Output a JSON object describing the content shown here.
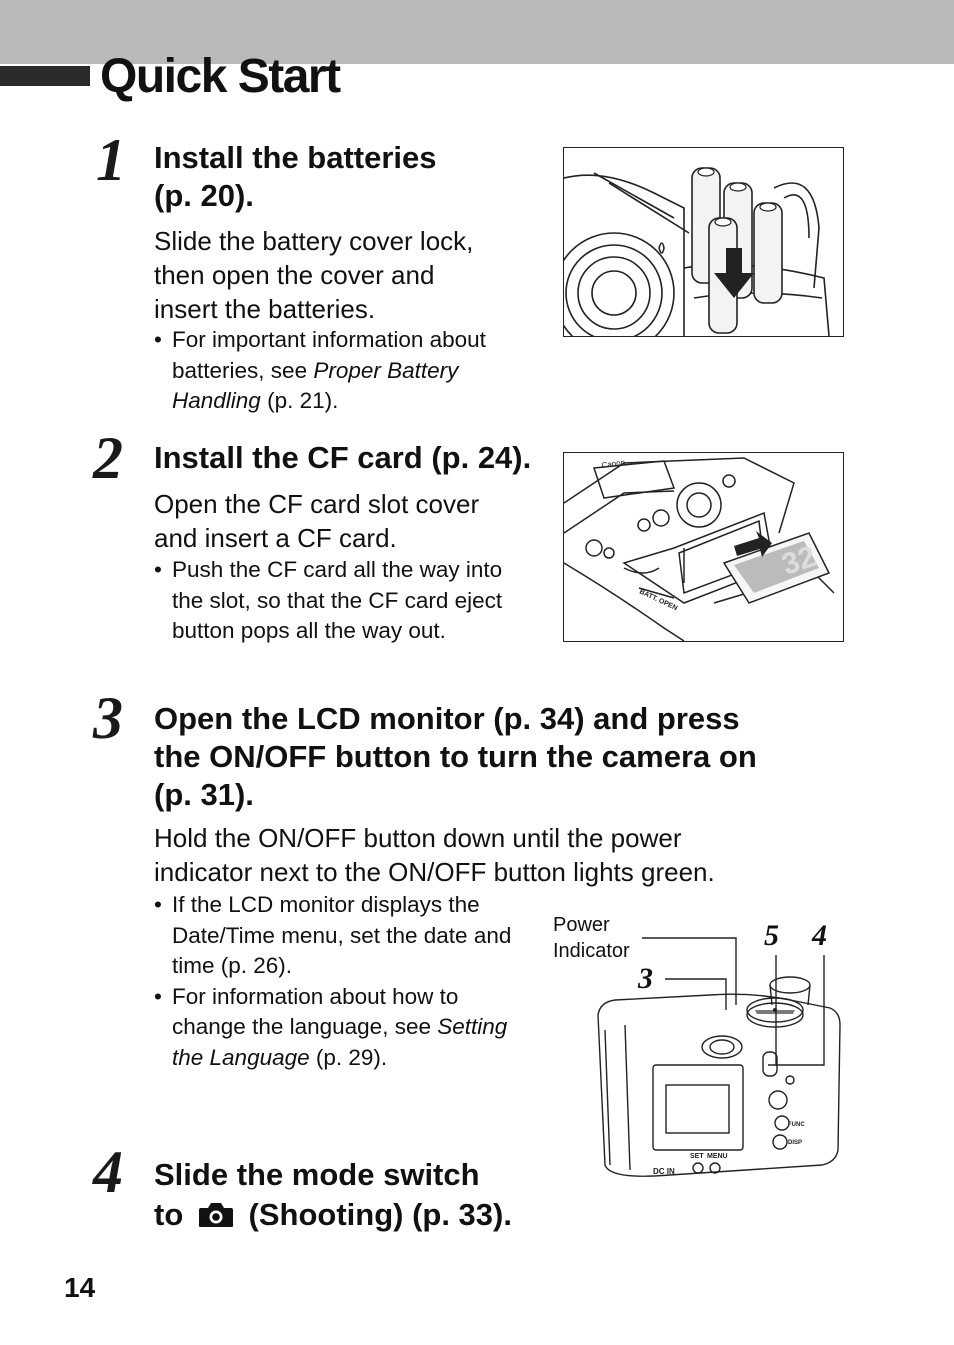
{
  "page": {
    "title": "Quick Start",
    "page_number": "14"
  },
  "steps": [
    {
      "number": "1",
      "heading_line1": "Install the batteries",
      "heading_line2": "(p. 20).",
      "body_lines": [
        "Slide the battery cover lock,",
        "then open the cover and",
        "insert the batteries."
      ],
      "bullet": {
        "text_before": "For important information about batteries, see ",
        "emphasis": "Proper Battery Handling",
        "text_after": " (p. 21)."
      }
    },
    {
      "number": "2",
      "heading_line1": "Install the CF card (p. 24).",
      "body_lines": [
        "Open the CF card slot cover",
        "and insert a CF card."
      ],
      "bullet": {
        "text": "Push the CF card all the way into the slot, so that the CF card eject button pops all the way out."
      }
    },
    {
      "number": "3",
      "heading_lines": [
        "Open the LCD monitor (p. 34) and press",
        "the ON/OFF button to turn the camera on",
        "(p. 31)."
      ],
      "body_lines": [
        "Hold the ON/OFF button down until the power",
        "indicator next to the ON/OFF button lights green."
      ],
      "bullets": [
        {
          "text": "If the LCD monitor displays the Date/Time menu, set the date and time (p. 26)."
        },
        {
          "text_before": "For information about how to change the language, see ",
          "emphasis": "Setting the Language",
          "text_after": " (p. 29)."
        }
      ]
    },
    {
      "number": "4",
      "heading_line1": "Slide the mode switch",
      "heading_line2_before": "to",
      "heading_line2_after": "(Shooting) (p. 33).",
      "icon": "camera-icon"
    }
  ],
  "figure": {
    "power_indicator_line1": "Power",
    "power_indicator_line2": "Indicator",
    "callout_3": "3",
    "callout_4": "4",
    "callout_5": "5",
    "camera_labels": {
      "dc_in": "DC IN",
      "set": "SET",
      "menu": "MENU",
      "func": "FUNC",
      "disp": "DISP",
      "batt_open": "BATT. OPEN",
      "canon": "Canon",
      "card": "32"
    }
  }
}
